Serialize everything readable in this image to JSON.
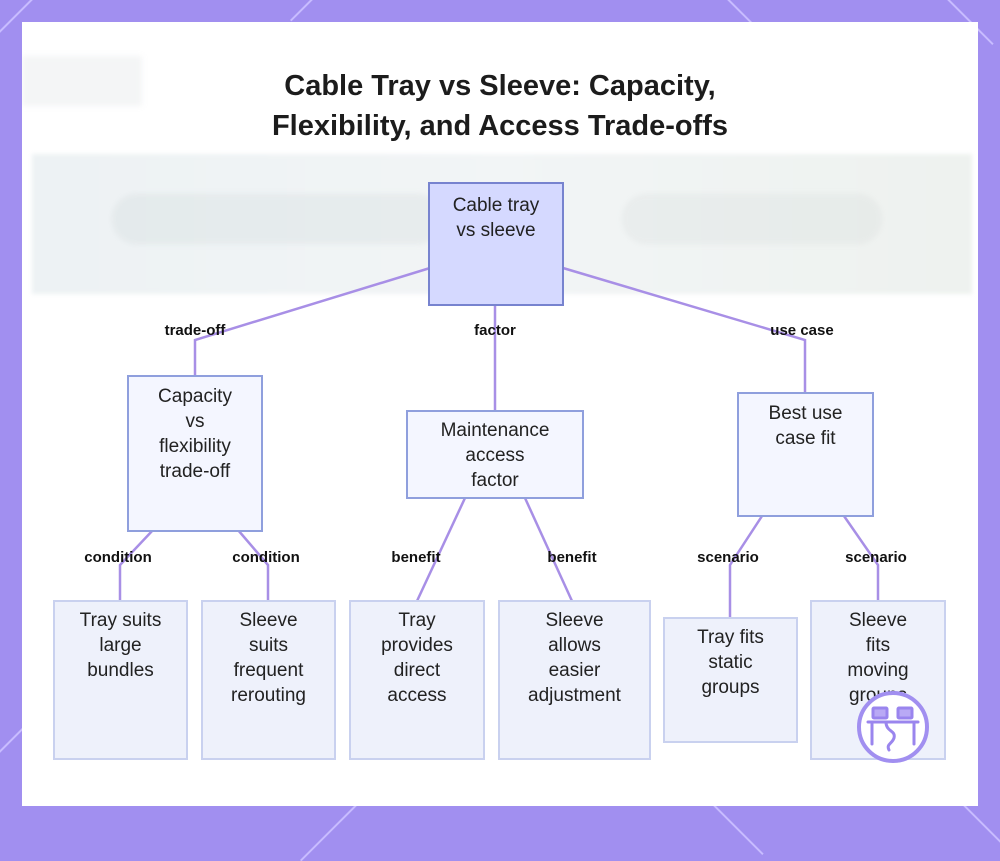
{
  "title_line1": "Cable Tray vs Sleeve: Capacity,",
  "title_line2": "Flexibility, and Access Trade-offs",
  "colors": {
    "frame": "#a18ff0",
    "root_fill": "#d5d9ff",
    "node_border": "#8f9fdd",
    "edge": "#a88fe6"
  },
  "nodes": {
    "root": {
      "lines": [
        "Cable tray",
        "vs sleeve"
      ]
    },
    "capacity": {
      "lines": [
        "Capacity",
        "vs",
        "flexibility",
        "trade-off"
      ]
    },
    "maintenance": {
      "lines": [
        "Maintenance",
        "access",
        "factor"
      ]
    },
    "usecase": {
      "lines": [
        "Best use",
        "case fit"
      ]
    },
    "tray_bundles": {
      "lines": [
        "Tray suits",
        "large",
        "bundles"
      ]
    },
    "sleeve_rerouting": {
      "lines": [
        "Sleeve",
        "suits",
        "frequent",
        "rerouting"
      ]
    },
    "tray_access": {
      "lines": [
        "Tray",
        "provides",
        "direct",
        "access"
      ]
    },
    "sleeve_adjust": {
      "lines": [
        "Sleeve",
        "allows",
        "easier",
        "adjustment"
      ]
    },
    "tray_static": {
      "lines": [
        "Tray fits",
        "static",
        "groups"
      ]
    },
    "sleeve_moving": {
      "lines": [
        "Sleeve",
        "fits",
        "moving",
        "groups"
      ]
    }
  },
  "edge_labels": {
    "root_capacity": "trade-off",
    "root_maintenance": "factor",
    "root_usecase": "use case",
    "capacity_tray": "condition",
    "capacity_sleeve": "condition",
    "maintenance_tray": "benefit",
    "maintenance_sleeve": "benefit",
    "usecase_tray": "scenario",
    "usecase_sleeve": "scenario"
  },
  "logo_icon": "desk-workstation-icon"
}
